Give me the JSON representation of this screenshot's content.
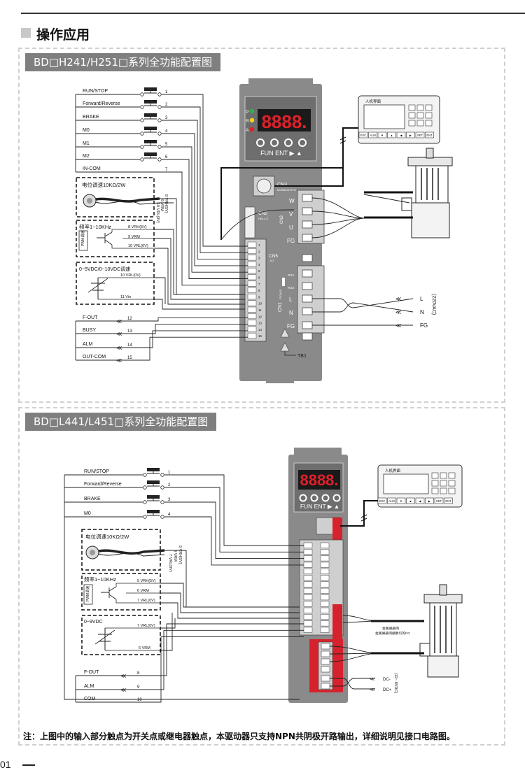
{
  "section": {
    "title": "操作应用"
  },
  "diagram1": {
    "header": "BD□H241/H251□系列全功能配置图",
    "inputs": [
      {
        "label": "RUN/STOP",
        "num": "1"
      },
      {
        "label": "Forward/Reverse",
        "num": "2"
      },
      {
        "label": "BRAKE",
        "num": "3"
      },
      {
        "label": "M0",
        "num": "4"
      },
      {
        "label": "M1",
        "num": "5"
      },
      {
        "label": "M2",
        "num": "6"
      },
      {
        "label": "IN-COM",
        "num": "7"
      }
    ],
    "pot_box": {
      "title": "电位调速10KΩ/2W",
      "pins": [
        "8 VRH(5V)",
        "9 VRM",
        "10 VRL(0V)"
      ]
    },
    "pwm_box": {
      "title": "频率1~10KHz",
      "side_label": "PWM调速",
      "pins": [
        "8 VRH(5V)",
        "9 VRM",
        "10 VRL(0V)"
      ]
    },
    "volt_box": {
      "title": "0~5VDC/0~10VDC调速",
      "pins": [
        "10 VRL(0V)",
        "11 Vin"
      ]
    },
    "outputs": [
      {
        "label": "F-OUT",
        "num": "12"
      },
      {
        "label": "BUSY",
        "num": "13"
      },
      {
        "label": "ALM",
        "num": "14"
      },
      {
        "label": "OUT-COM",
        "num": "15"
      }
    ],
    "driver": {
      "display": "8888.",
      "leds": [
        "P",
        "R",
        "A"
      ],
      "keys": "FUN ENT ▶ ▲",
      "cn3": "CN3",
      "cn3_sub": "MODBUS RTU",
      "cn2": "CN2",
      "cn2_sub": "HALL-S",
      "cn2_pins": [
        "W",
        "V",
        "U",
        "FG"
      ],
      "cn5": "CN5",
      "cn5_sub": "I/O",
      "cn5_pins": [
        "1",
        "2",
        "3",
        "4",
        "5",
        "6",
        "7",
        "8",
        "9",
        "10",
        "11",
        "12",
        "13",
        "14",
        "15"
      ],
      "cn1": "CN1",
      "cn1_sub": "220VAC",
      "cn1_pins": [
        "L",
        "N",
        "FG"
      ],
      "regen": [
        "RG1",
        "RG2"
      ],
      "tb1": "TB1"
    },
    "hmi": {
      "title": "人机界面",
      "buttons": [
        "ESC",
        "ALM",
        "▼",
        "▲",
        "◀",
        "▶",
        "SET",
        "ENT"
      ]
    },
    "power": {
      "labels": [
        "L",
        "N",
        "FG"
      ],
      "note": "(220VAC)"
    }
  },
  "diagram2": {
    "header": "BD□L441/L451□系列全功能配置图",
    "inputs": [
      {
        "label": "RUN/STOP",
        "num": "1"
      },
      {
        "label": "Forward/Reverse",
        "num": "2"
      },
      {
        "label": "BRAKE",
        "num": "3"
      },
      {
        "label": "M0",
        "num": "4"
      }
    ],
    "pot_box": {
      "title": "电位调速10KΩ/2W",
      "pins": [
        "5 VRH(5V)",
        "6 VRM",
        "7 VRL(0V)"
      ]
    },
    "pwm_box": {
      "title": "频率1~10KHz",
      "side_label": "PWM调速",
      "pins": [
        "5 VRH(5V)",
        "6 VRM",
        "7 VRL(0V)"
      ]
    },
    "volt_box": {
      "title": "0~9VDC",
      "pins": [
        "7 VRL(0V)",
        "6 VRM"
      ]
    },
    "outputs": [
      {
        "label": "F-OUT",
        "num": "8"
      },
      {
        "label": "ALM",
        "num": "9"
      },
      {
        "label": "COM",
        "num": "10"
      }
    ],
    "driver": {
      "display": "8888.",
      "keys": "FUN ENT ▶ ▲"
    },
    "hmi": {
      "title": "人机界面",
      "buttons": [
        "ESC",
        "ALM",
        "▼",
        "▲",
        "◀",
        "▶",
        "SET",
        "ENT"
      ]
    },
    "motor_notes": [
      "金属屏蔽网",
      "金属屏蔽网接散引的FG"
    ],
    "power": {
      "labels": [
        "DC-",
        "DC+"
      ],
      "note": "(12~ 8VDC)"
    }
  },
  "footer": {
    "note": "注：上图中的输入部分触点为开关点或继电器触点，本驱动器只支持NPN共阴极开路输出，详细说明见接口电路图。",
    "page": "01"
  }
}
